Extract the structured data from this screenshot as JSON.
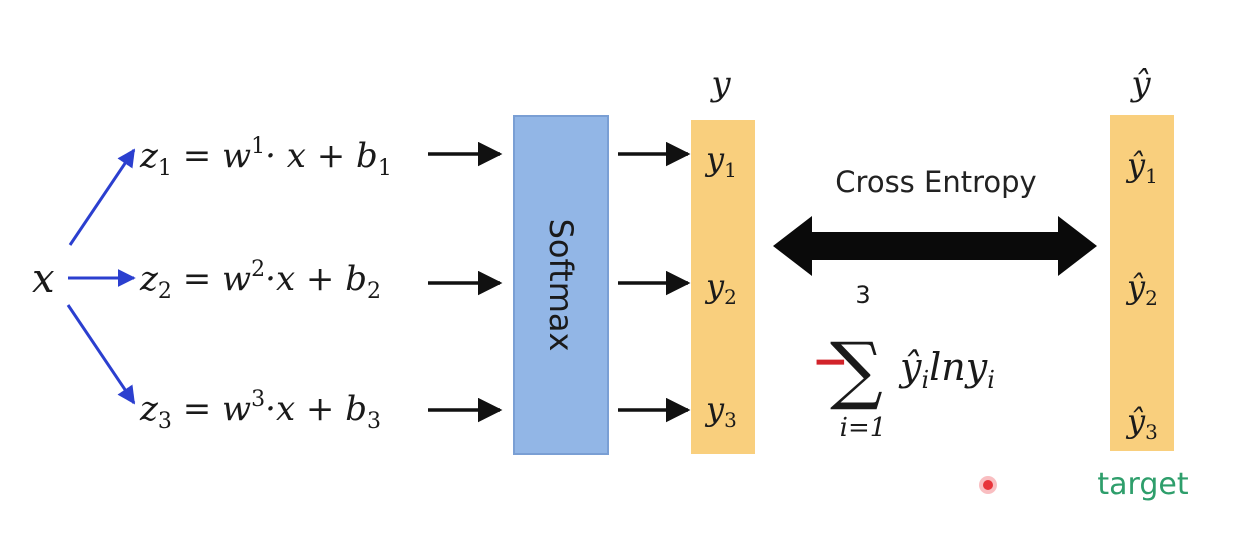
{
  "input": {
    "symbol": "x"
  },
  "equations": [
    {
      "lhs": "z",
      "lhs_sub": "1",
      "rhs_w": "w",
      "rhs_w_sup": "1",
      "rhs_rest": "· x + b",
      "rhs_b_sub": "1"
    },
    {
      "lhs": "z",
      "lhs_sub": "2",
      "rhs_w": "w",
      "rhs_w_sup": "2",
      "rhs_rest": "·x + b",
      "rhs_b_sub": "2"
    },
    {
      "lhs": "z",
      "lhs_sub": "3",
      "rhs_w": "w",
      "rhs_w_sup": "3",
      "rhs_rest": "·x + b",
      "rhs_b_sub": "3"
    }
  ],
  "softmax": {
    "label": "Softmax"
  },
  "output": {
    "header": "y",
    "items": [
      {
        "sym": "y",
        "sub": "1"
      },
      {
        "sym": "y",
        "sub": "2"
      },
      {
        "sym": "y",
        "sub": "3"
      }
    ]
  },
  "cross_entropy": {
    "label": "Cross Entropy",
    "minus": "−",
    "sum_symbol": "∑",
    "upper": "3",
    "lower": "i=1",
    "term_hat": "ŷ",
    "term_sub_1": "i",
    "term_mid": "lny",
    "term_sub_2": "i"
  },
  "target": {
    "header": "ŷ",
    "items": [
      {
        "sym": "ŷ",
        "sub": "1"
      },
      {
        "sym": "ŷ",
        "sub": "2"
      },
      {
        "sym": "ŷ",
        "sub": "3"
      }
    ],
    "caption": "target"
  },
  "colors": {
    "blue_arrow": "#2b3fcf",
    "softmax_fill": "#92b6e6",
    "softmax_stroke": "#7a9fd4",
    "column_fill": "#f9cf7d",
    "minus_red": "#d2232a",
    "target_green": "#2e9e6b",
    "pointer_dot": "#e8343a"
  }
}
